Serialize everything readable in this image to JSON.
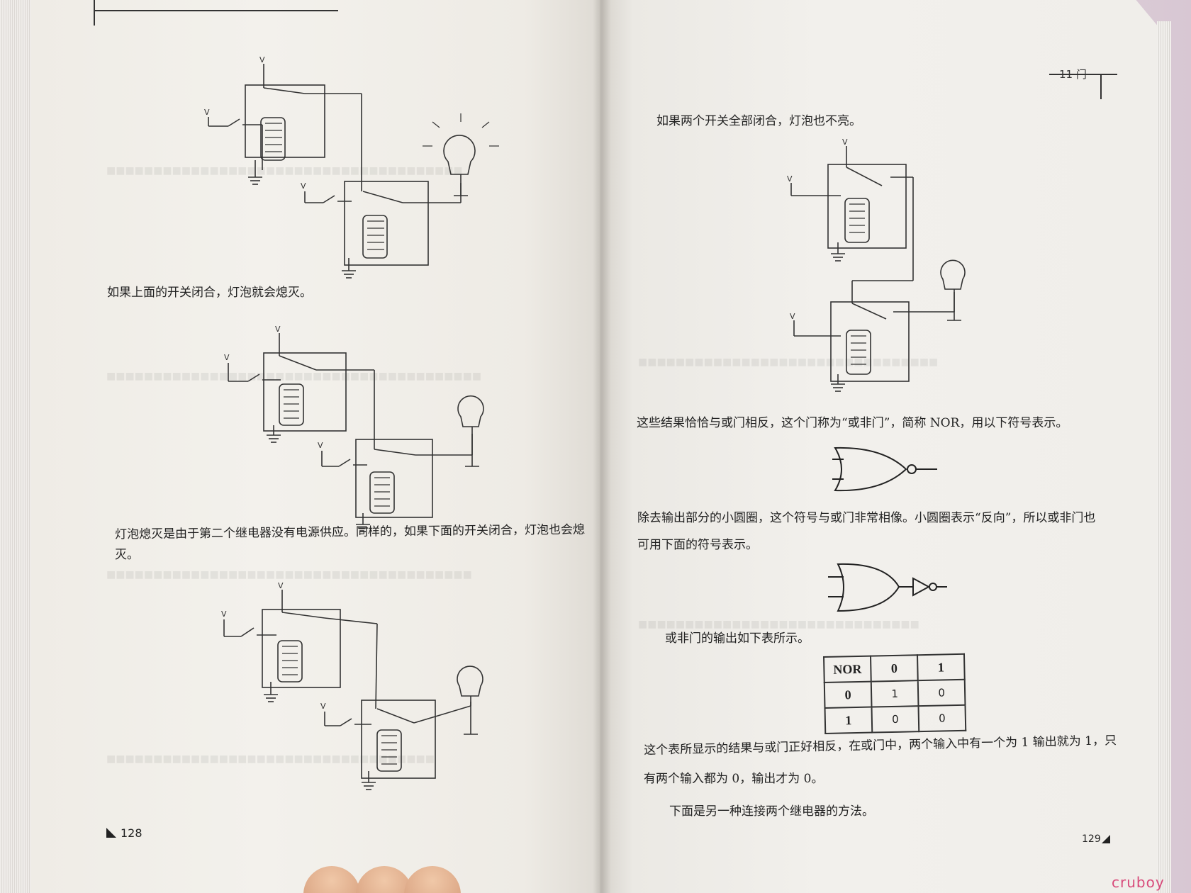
{
  "left_page": {
    "caption_1": "如果上面的开关闭合，灯泡就会熄灭。",
    "caption_2_line1": "灯泡熄灭是由于第二个继电器没有电源供应。同样的，如果下面的开关闭合，灯泡也会熄",
    "caption_2_line2": "灭。",
    "page_number": "128"
  },
  "right_page": {
    "chapter_header": "11  门",
    "caption_top": "如果两个开关全部闭合，灯泡也不亮。",
    "caption_nor": "这些结果恰恰与或门相反，这个门称为“或非门”，简称 NOR，用以下符号表示。",
    "caption_invert_line1": "除去输出部分的小圆圈，这个符号与或门非常相像。小圆圈表示“反向”，所以或非门也",
    "caption_invert_line2": "可用下面的符号表示。",
    "caption_table": "或非门的输出如下表所示。",
    "truth_table": {
      "corner": "NOR",
      "col_headers": [
        "0",
        "1"
      ],
      "rows": [
        {
          "label": "0",
          "values": [
            "1",
            "0"
          ]
        },
        {
          "label": "1",
          "values": [
            "0",
            "0"
          ]
        }
      ]
    },
    "caption_result_line1": "这个表所显示的结果与或门正好相反，在或门中，两个输入中有一个为 1 输出就为 1，只",
    "caption_result_line2": "有两个输入都为 0，输出才为 0。",
    "caption_bottom": "下面是另一种连接两个继电器的方法。",
    "page_number": "129"
  },
  "diagram_labels": {
    "supply": "V"
  },
  "watermark": "cruboy",
  "colors": {
    "ink": "#222222",
    "paper": "#f1efea",
    "watermark": "#d84a7a"
  }
}
